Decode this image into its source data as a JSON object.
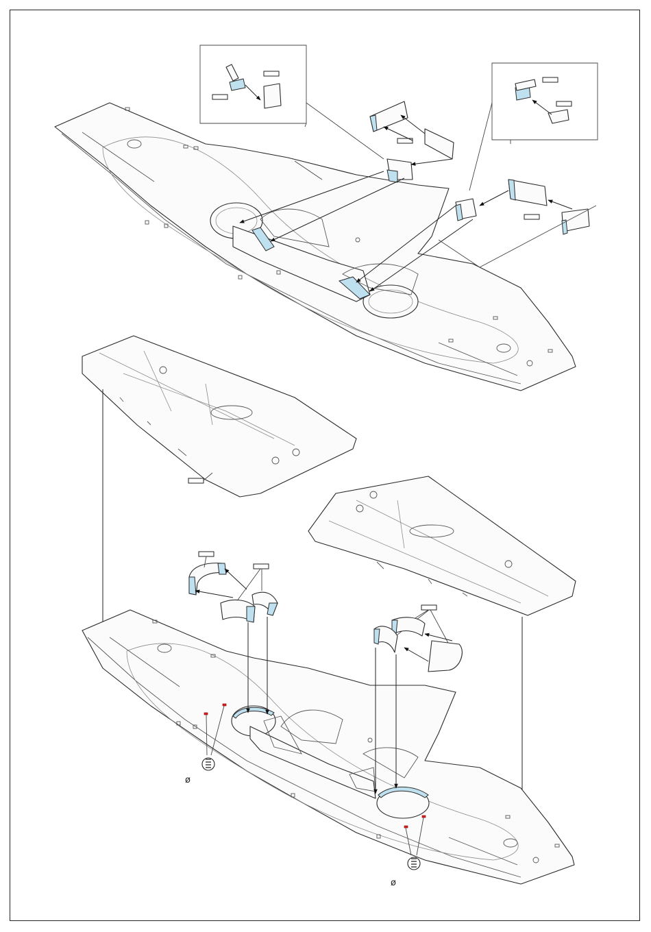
{
  "diagram": {
    "symbols": [
      {
        "id": "diameter-left",
        "text": "ø"
      },
      {
        "id": "diameter-right",
        "text": "ø"
      }
    ],
    "colors": {
      "photo_etched_part": "#bfe0ee",
      "drill_mark": "#e02020",
      "line": "#2a2a2a"
    },
    "icons": [
      "drill-icon",
      "diameter-icon",
      "arrow-icon"
    ]
  }
}
